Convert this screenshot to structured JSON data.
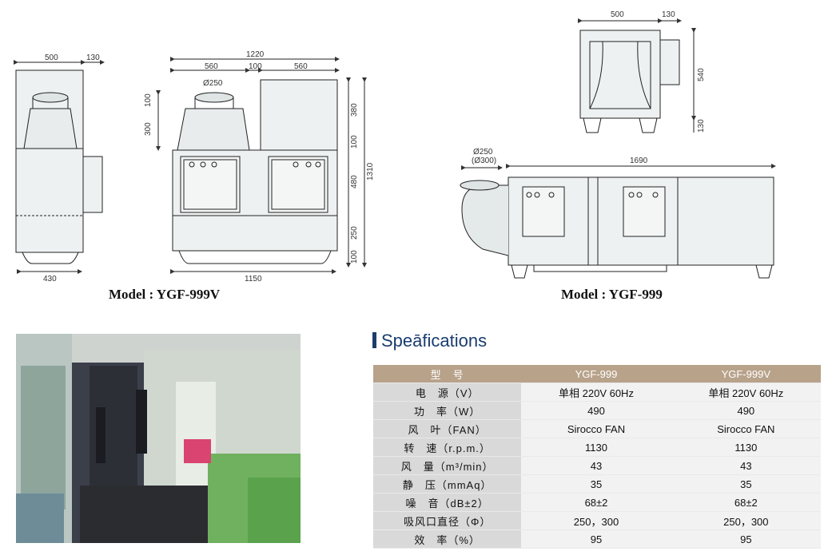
{
  "drawings": {
    "ygf999v_side": {
      "w": "500",
      "depth": "130",
      "base": "430"
    },
    "ygf999v_front": {
      "total_w": "1220",
      "left_w": "560",
      "mid_w": "100",
      "right_w": "560",
      "duct_d": "Ø250",
      "duct_h": "100",
      "hood_h": "300",
      "r_h1": "380",
      "r_h2": "100",
      "r_h3": "480",
      "r_h4": "250",
      "r_h5": "100",
      "total_h": "1310",
      "base_w": "1150"
    },
    "ygf999_end": {
      "w": "500",
      "depth": "130",
      "h": "540",
      "leg_h": "130"
    },
    "ygf999_side": {
      "duct_d1": "Ø250",
      "duct_d2": "(Ø300)",
      "length": "1690"
    }
  },
  "models": {
    "left": "Model : YGF-999V",
    "right": "Model : YGF-999"
  },
  "specifications": {
    "title": "Speāfications",
    "header": [
      "型　号",
      "YGF-999",
      "YGF-999V"
    ],
    "rows": [
      [
        "电　源（V）",
        "单相 220V 60Hz",
        "单相 220V 60Hz"
      ],
      [
        "功　率（W）",
        "490",
        "490"
      ],
      [
        "风　叶（FAN）",
        "Sirocco FAN",
        "Sirocco FAN"
      ],
      [
        "转　速（r.p.m.）",
        "1130",
        "1130"
      ],
      [
        "风　量（m³/min）",
        "43",
        "43"
      ],
      [
        "静　压（mmAq）",
        "35",
        "35"
      ],
      [
        "噪　音（dB±2）",
        "68±2",
        "68±2"
      ],
      [
        "吸风口直径（Φ）",
        "250，300",
        "250，300"
      ],
      [
        "效　率（%）",
        "95",
        "95"
      ]
    ]
  },
  "colors": {
    "header_bg": "#b8a28a",
    "label_bg": "#d9d9d9",
    "cell_bg": "#f2f2f2",
    "title": "#1a3d6e"
  }
}
